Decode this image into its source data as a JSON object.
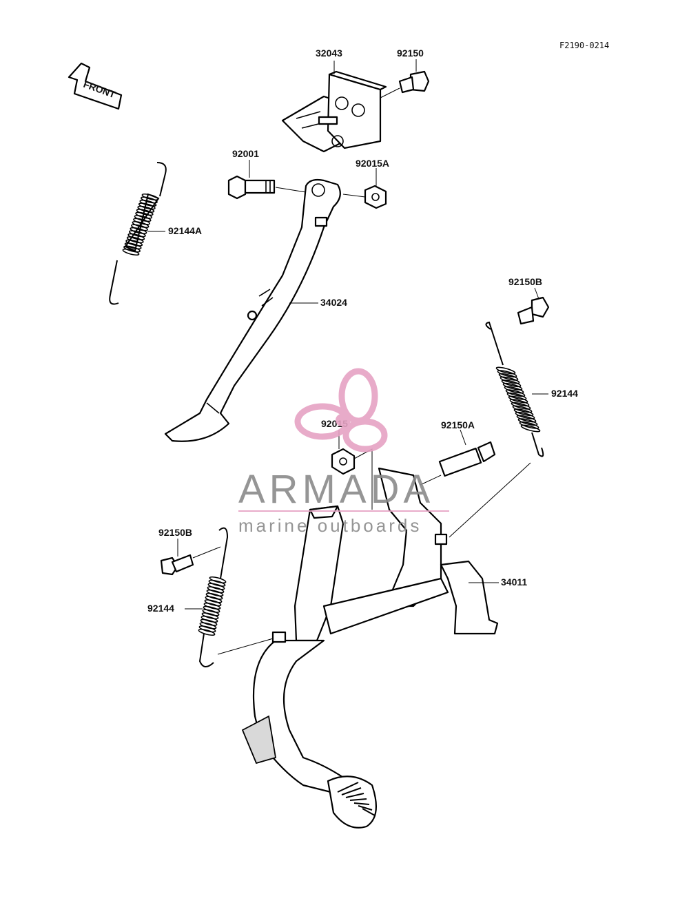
{
  "diagram_code": "F2190-0214",
  "front_arrow_label": "FRONT",
  "watermark": {
    "brand": "ARMADA",
    "tagline": "marine outboards",
    "accent_color": "#e6a3c4",
    "text_color": "#8a8a8a"
  },
  "part_labels": {
    "p32043": "32043",
    "p92150": "92150",
    "p92001": "92001",
    "p92015A": "92015A",
    "p92144A": "92144A",
    "p34024": "34024",
    "p92150B_top": "92150B",
    "p92144_right": "92144",
    "p92015": "92015",
    "p92150A": "92150A",
    "p92150B_left": "92150B",
    "p92144_left": "92144",
    "p34011": "34011"
  }
}
